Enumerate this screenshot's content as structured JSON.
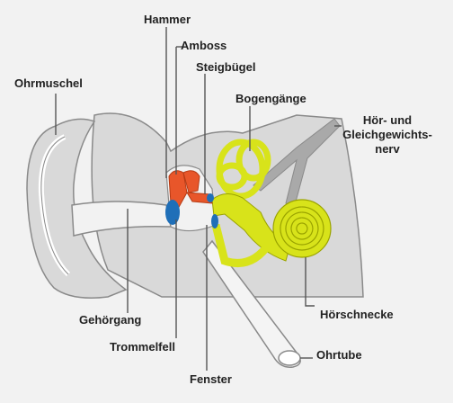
{
  "labels": {
    "hammer": "Hammer",
    "amboss": "Amboss",
    "steigbuegel": "Steigbügel",
    "ohrmuschel": "Ohrmuschel",
    "bogengaenge": "Bogengänge",
    "nerv": "Hör- und Gleichgewichts-nerv",
    "gehoergang": "Gehörgang",
    "trommelfell": "Trommelfell",
    "fenster": "Fenster",
    "hoerschnecke": "Hörschnecke",
    "ohrtube": "Ohrtube"
  },
  "colors": {
    "background": "#f2f2f2",
    "bone": "#d9d9d9",
    "outline": "#8a8a8a",
    "ossicles": "#e8562a",
    "membrane": "#1f6fb8",
    "inner_ear": "#d8e31a",
    "leader_lines": "#555555"
  }
}
